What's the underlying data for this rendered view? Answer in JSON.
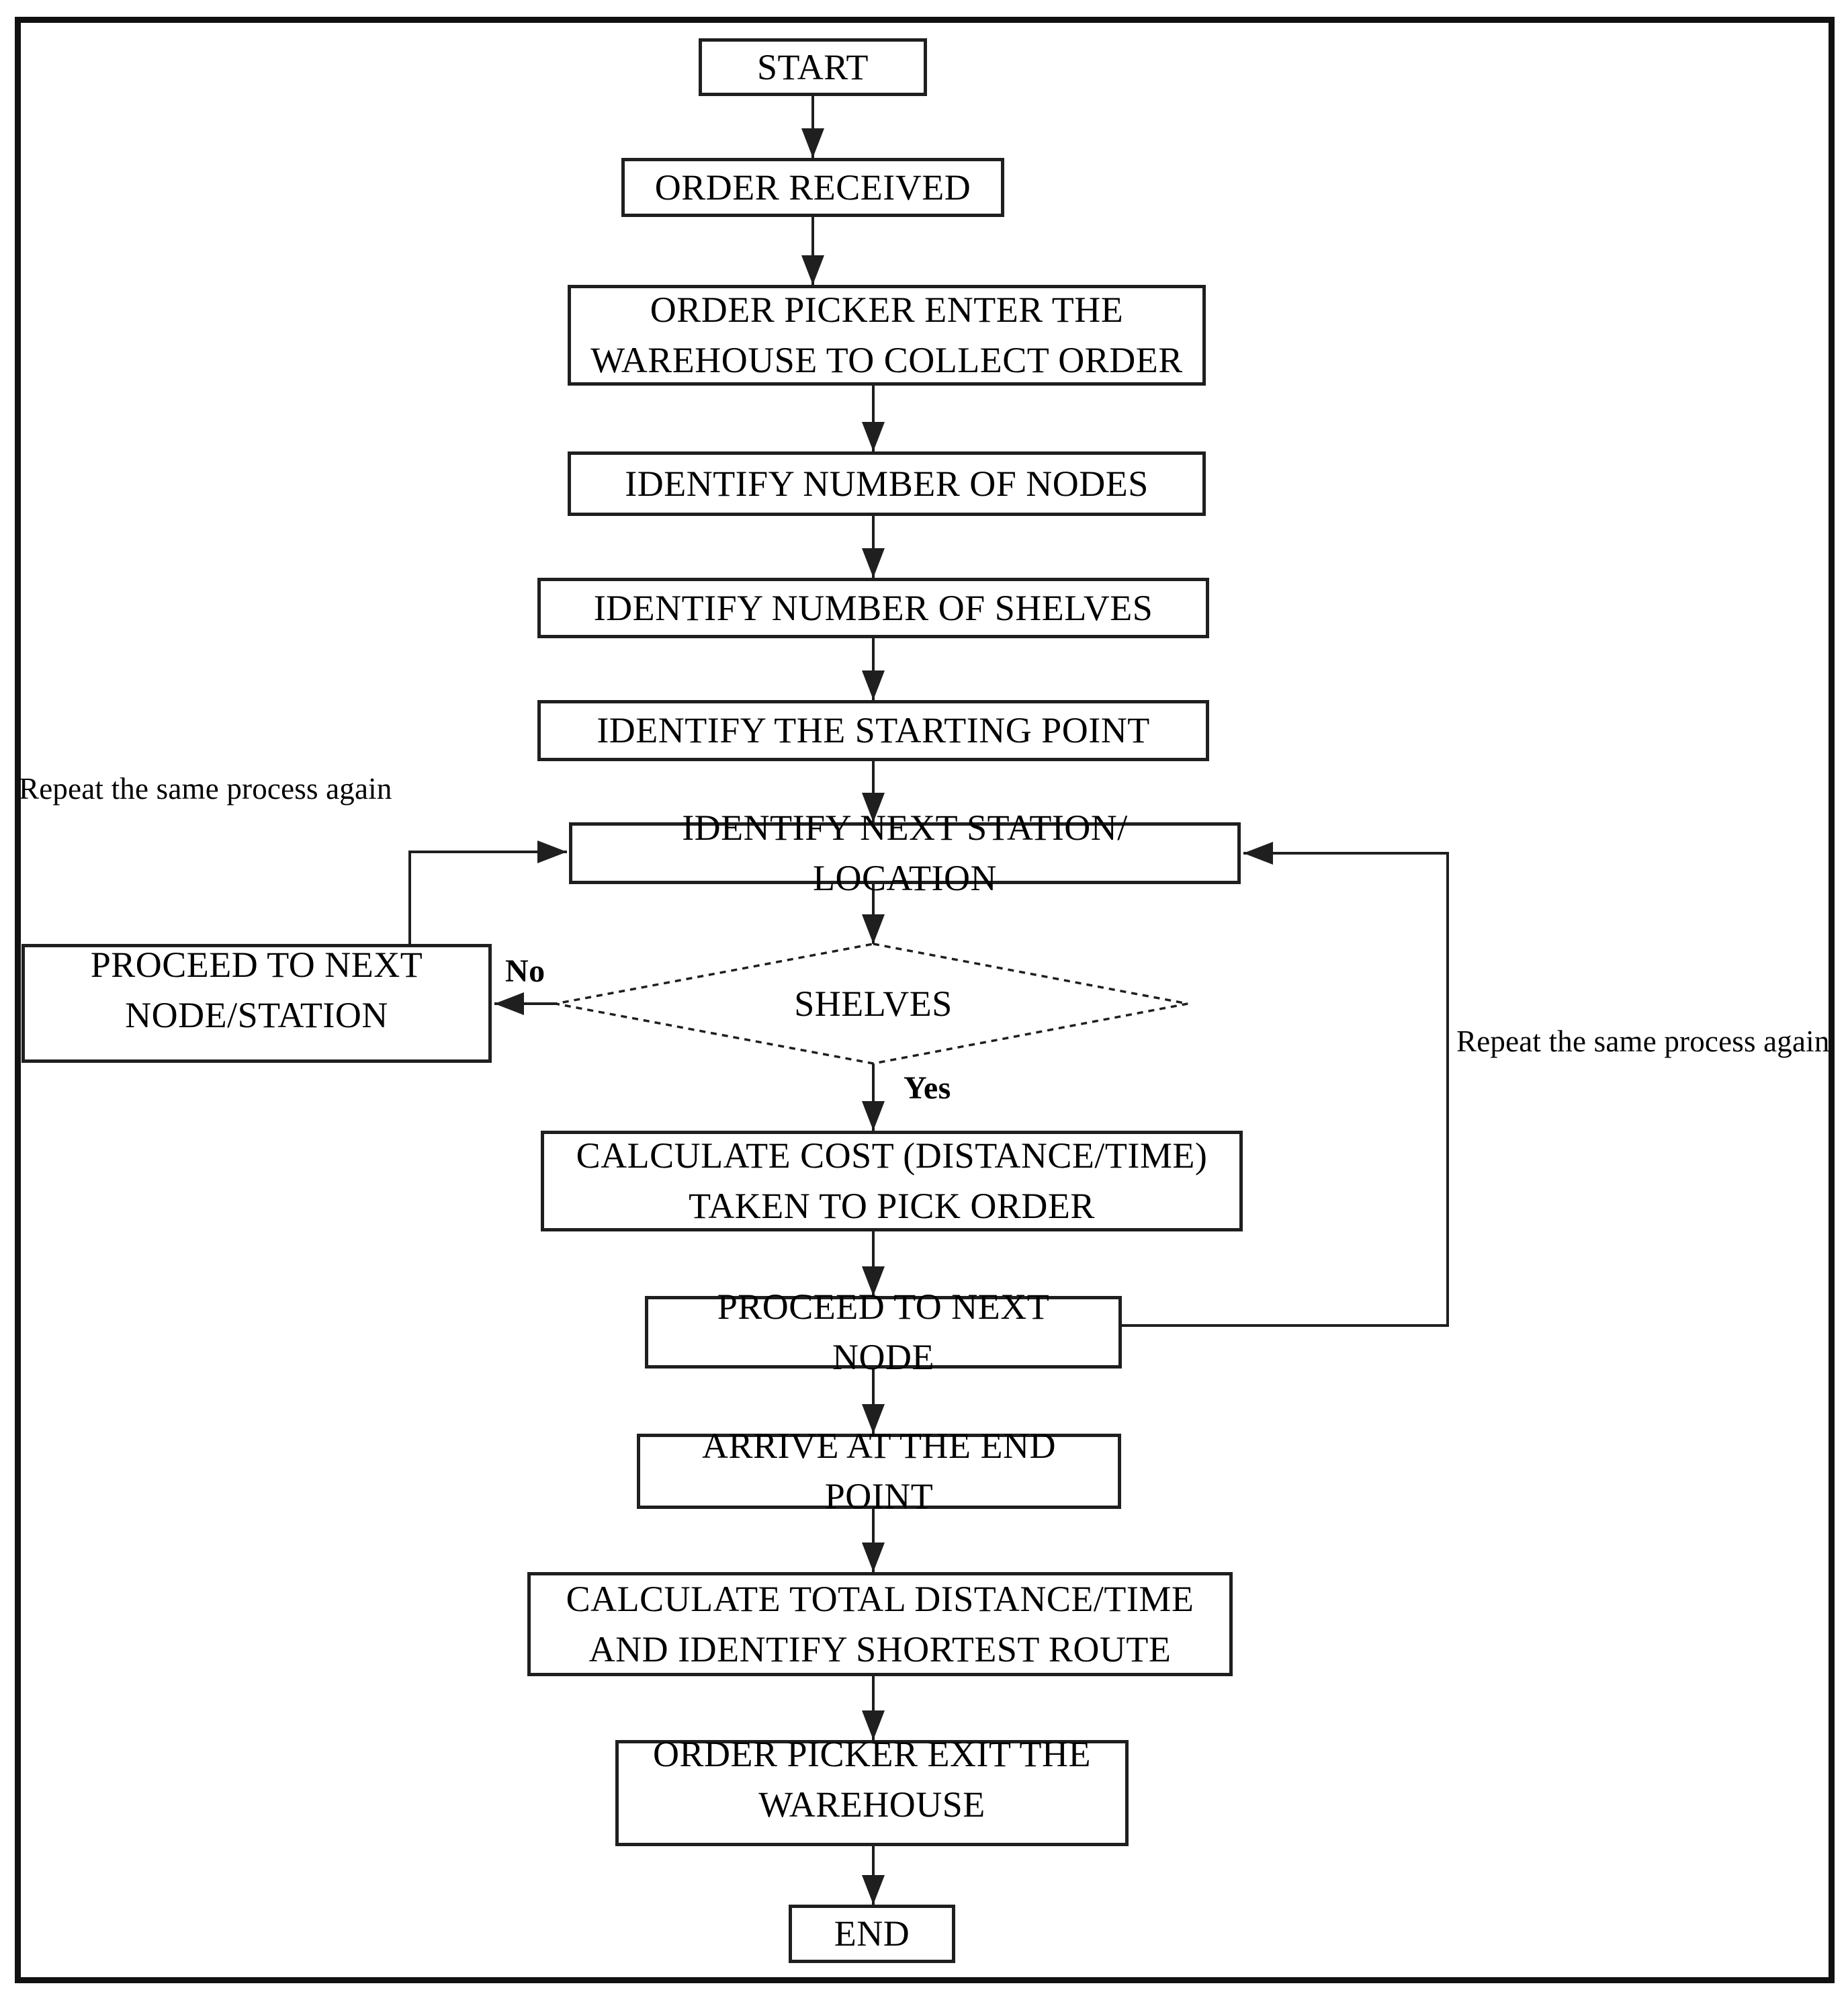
{
  "nodes": {
    "start": {
      "label": "START"
    },
    "order_received": {
      "label": "ORDER RECEIVED"
    },
    "enter_warehouse": {
      "label": "ORDER PICKER ENTER THE WAREHOUSE TO COLLECT ORDER"
    },
    "identify_nodes": {
      "label": "IDENTIFY NUMBER OF NODES"
    },
    "identify_shelves": {
      "label": "IDENTIFY NUMBER OF SHELVES"
    },
    "identify_starting_point": {
      "label": "IDENTIFY THE STARTING POINT"
    },
    "identify_next_station": {
      "label": "IDENTIFY NEXT STATION/ LOCATION"
    },
    "shelves_decision": {
      "label": "SHELVES"
    },
    "proceed_next_node_station": {
      "label": "PROCEED TO NEXT NODE/STATION"
    },
    "calculate_cost": {
      "label": "CALCULATE COST (DISTANCE/TIME) TAKEN TO PICK ORDER"
    },
    "proceed_next_node": {
      "label": "PROCEED TO NEXT NODE"
    },
    "arrive_end_point": {
      "label": "ARRIVE AT THE END POINT"
    },
    "calculate_total": {
      "label": "CALCULATE TOTAL DISTANCE/TIME AND IDENTIFY SHORTEST ROUTE"
    },
    "exit_warehouse": {
      "label": "ORDER PICKER EXIT THE WAREHOUSE"
    },
    "end": {
      "label": "END"
    }
  },
  "edge_labels": {
    "no": "No",
    "yes": "Yes",
    "repeat_left": "Repeat the same process again",
    "repeat_right": "Repeat the same process again"
  },
  "colors": {
    "line": "#1f1f1f",
    "text": "#000000",
    "background": "#ffffff"
  }
}
